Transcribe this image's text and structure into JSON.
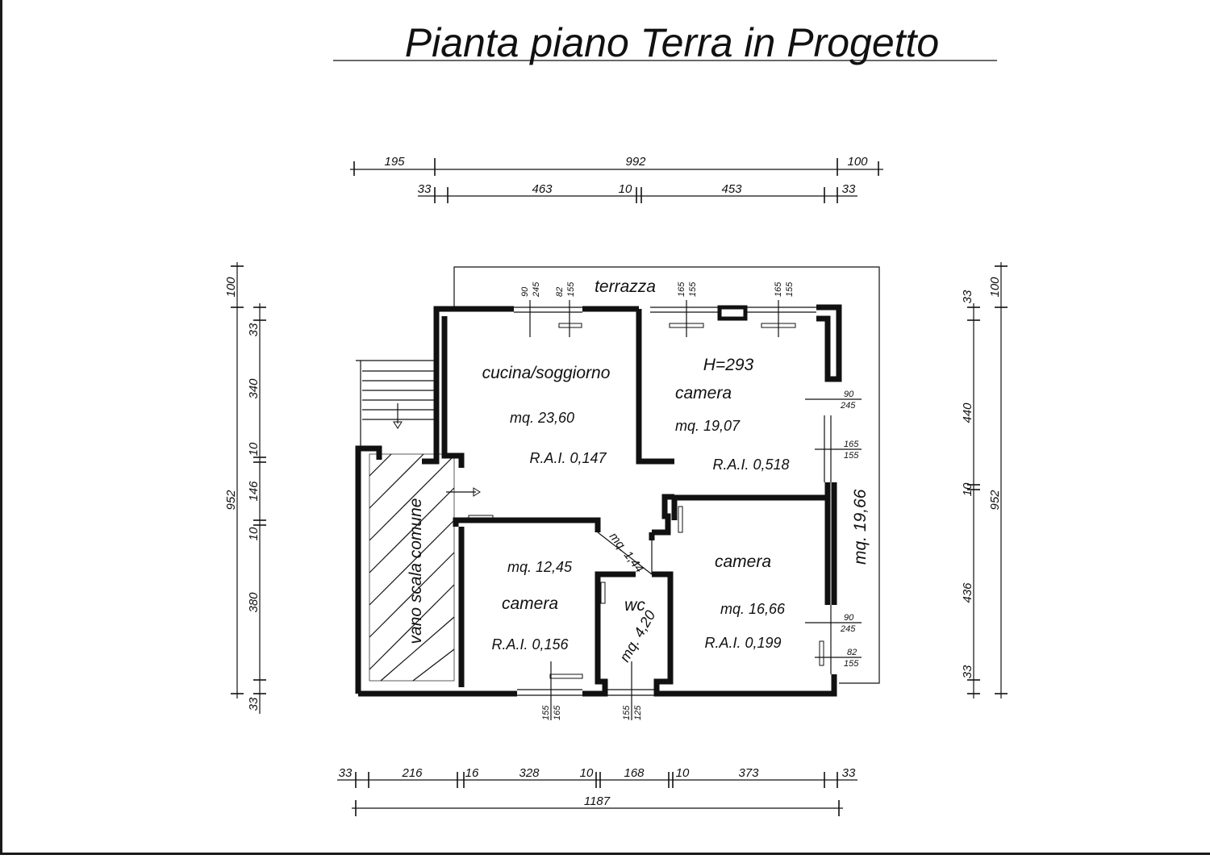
{
  "title": "Pianta piano Terra in Progetto",
  "rooms": {
    "terrazza": "terrazza",
    "cucina": {
      "name": "cucina/soggiorno",
      "area": "mq. 23,60",
      "rai": "R.A.I. 0,147"
    },
    "camera_nord": {
      "height": "H=293",
      "name": "camera",
      "area": "mq. 19,07",
      "rai": "R.A.I. 0,518"
    },
    "camera_est": {
      "name": "camera",
      "area": "mq. 16,66",
      "rai": "R.A.I. 0,199"
    },
    "camera_sud": {
      "name": "camera",
      "area": "mq. 12,45",
      "rai": "R.A.I. 0,156"
    },
    "wc": {
      "name": "wc",
      "area": "mq. 4,20"
    },
    "disimpegno": {
      "area": "mq. 1,44"
    },
    "vano_scala": "vano scala comune",
    "corridoio_est": "mq. 19,66"
  },
  "dims": {
    "top_row1": [
      "195",
      "992",
      "100"
    ],
    "top_row2": [
      "33",
      "463",
      "10",
      "453",
      "33"
    ],
    "bottom_row1": [
      "33",
      "216",
      "16",
      "328",
      "10",
      "168",
      "10",
      "373",
      "33"
    ],
    "bottom_total": "1187",
    "left_outer": [
      "100",
      "952"
    ],
    "left_inner": [
      "33",
      "340",
      "10",
      "146",
      "10",
      "380",
      "33"
    ],
    "right_inner": [
      "33",
      "440",
      "10",
      "436",
      "33"
    ],
    "right_outer": [
      "100",
      "952"
    ]
  },
  "openings": {
    "top_a": [
      "90",
      "245"
    ],
    "top_b": [
      "82",
      "155"
    ],
    "top_c": [
      "165",
      "155"
    ],
    "top_d": [
      "165",
      "155"
    ],
    "right_a": [
      "90",
      "245"
    ],
    "right_b": [
      "165",
      "155"
    ],
    "right_c": [
      "90",
      "245"
    ],
    "right_d": [
      "82",
      "155"
    ],
    "bottom_a": [
      "165",
      "155"
    ],
    "bottom_b": [
      "125",
      "155"
    ]
  }
}
